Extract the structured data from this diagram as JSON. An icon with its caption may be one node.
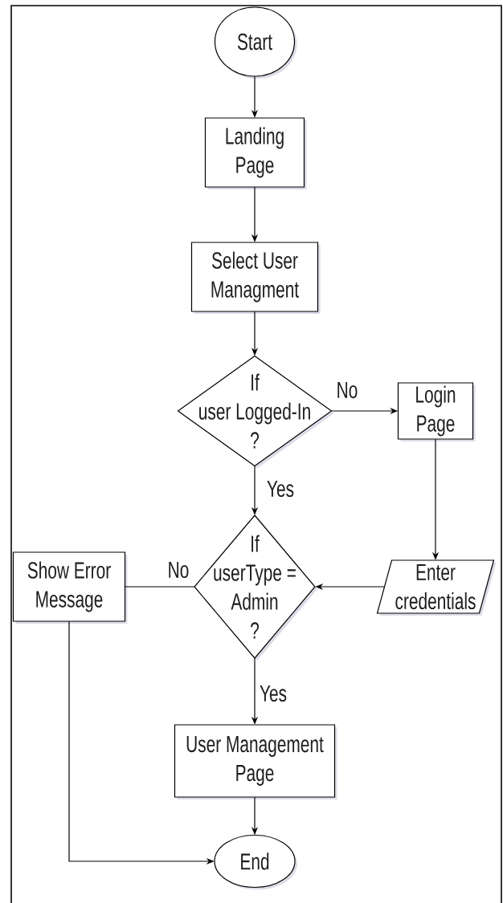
{
  "diagram": {
    "nodes": [
      {
        "text": [
          "Start"
        ]
      },
      {
        "text": [
          "Landing Page"
        ]
      },
      {
        "text": [
          "Select User Managment"
        ]
      },
      {
        "text": [
          "If user Logged-In ?"
        ]
      },
      {
        "text": [
          "Login Page"
        ]
      },
      {
        "text": [
          "Show Error Message"
        ]
      },
      {
        "text": [
          "If userType = Admin ?"
        ]
      },
      {
        "text": [
          "Enter credentials"
        ]
      },
      {
        "text": [
          "User Management Page"
        ]
      },
      {
        "text": [
          "End"
        ]
      }
    ],
    "edges": [
      {
        "from": 0,
        "to": 1,
        "arrow": "to"
      },
      {
        "from": 1,
        "to": 2,
        "arrow": "to"
      },
      {
        "from": 2,
        "to": 3,
        "arrow": "to"
      },
      {
        "from": 3,
        "to": 4,
        "arrow": "to",
        "label": "No"
      },
      {
        "from": 3,
        "to": 6,
        "arrow": "to",
        "label": "Yes"
      },
      {
        "from": 4,
        "to": 7,
        "arrow": "to"
      },
      {
        "from": 7,
        "to": 6,
        "arrow": "to"
      },
      {
        "from": 6,
        "to": 5,
        "arrow": "none",
        "label": "No"
      },
      {
        "from": 6,
        "to": 8,
        "arrow": "to",
        "label": "Yes"
      },
      {
        "from": 5,
        "to": 9,
        "arrow": "to"
      },
      {
        "from": 8,
        "to": 9,
        "arrow": "to"
      }
    ]
  }
}
